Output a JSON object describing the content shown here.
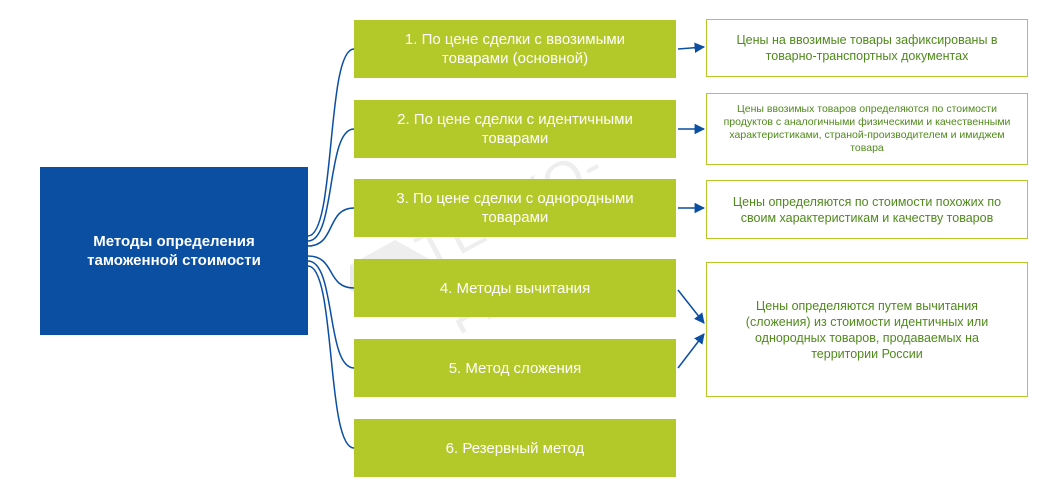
{
  "root": {
    "title": "Методы определения таможенной стоимости"
  },
  "methods": [
    {
      "label": "1. По цене сделки с ввозимыми товарами (основной)"
    },
    {
      "label": "2. По цене сделки с идентичными товарами"
    },
    {
      "label": "3. По цене сделки с однородными товарами"
    },
    {
      "label": "4. Методы вычитания"
    },
    {
      "label": "5. Метод сложения"
    },
    {
      "label": "6. Резервный метод"
    }
  ],
  "descriptions": [
    {
      "text": "Цены на ввозимые товары зафиксированы в товарно-транспортных документах"
    },
    {
      "text": "Цены ввозимых товаров определяются  по стоимости продуктов с аналогичными физическими и качественными характеристиками, страной-производителем и имиджем товара"
    },
    {
      "text": "Цены определяются по стоимости похожих по своим характеристикам и качеству товаров"
    },
    {
      "text": "Цены определяются путем вычитания (сложения) из стоимости идентичных или однородных товаров, продаваемых на территории России"
    }
  ],
  "watermark": {
    "text": "ТЕСКО-ДВ"
  },
  "colors": {
    "root": "#0b4fa3",
    "method": "#b3c92a",
    "connector": "#0b4fa3",
    "desc_border": "#b3c92a",
    "desc_text": "#4f8a1a"
  }
}
